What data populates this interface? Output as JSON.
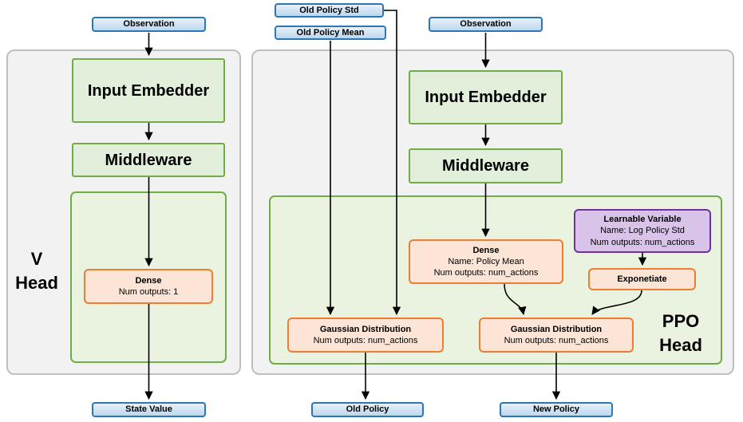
{
  "v_network": {
    "observation": "Observation",
    "input_embedder": "Input Embedder",
    "middleware": "Middleware",
    "head_label": {
      "line1": "V",
      "line2": "Head"
    },
    "dense": {
      "title": "Dense",
      "line2": "Num outputs: 1"
    },
    "output": "State Value"
  },
  "ppo_network": {
    "old_policy_std": "Old Policy Std",
    "old_policy_mean": "Old Policy Mean",
    "observation": "Observation",
    "input_embedder": "Input Embedder",
    "middleware": "Middleware",
    "head_label": {
      "line1": "PPO",
      "line2": "Head"
    },
    "dense": {
      "title": "Dense",
      "line2": "Name: Policy Mean",
      "line3": "Num outputs: num_actions"
    },
    "learnable_variable": {
      "title": "Learnable Variable",
      "line2": "Name: Log Policy Std",
      "line3": "Num outputs: num_actions"
    },
    "exponetiate": "Exponetiate",
    "gaussian_old": {
      "title": "Gaussian Distribution",
      "line2": "Num outputs: num_actions"
    },
    "gaussian_new": {
      "title": "Gaussian Distribution",
      "line2": "Num outputs: num_actions"
    },
    "old_policy_output": "Old Policy",
    "new_policy_output": "New Policy"
  },
  "colors": {
    "blue_fill": "#bdd7ee",
    "blue_border": "#2e75b6",
    "green_fill": "#e2efda",
    "green_border": "#70ad47",
    "green_container_fill": "#eaf3e0",
    "orange_fill": "#fce4d6",
    "orange_border": "#ed7d31",
    "purple_fill": "#d9c3e9",
    "purple_border": "#7030a0",
    "gray_fill": "#f2f2f2",
    "gray_border": "#bfbfbf",
    "arrow": "#000000"
  }
}
